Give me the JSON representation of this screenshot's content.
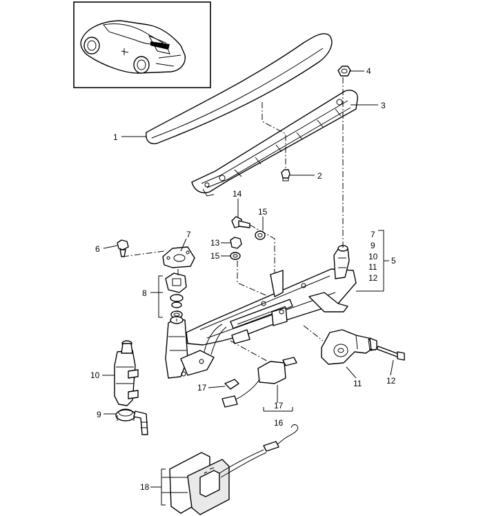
{
  "labels": {
    "p1": "1",
    "p2": "2",
    "p3": "3",
    "p4": "4",
    "p5": "5",
    "p6": "6",
    "p7": "7",
    "p8": "8",
    "p9": "9",
    "p10": "10",
    "p11": "11",
    "p12": "12",
    "p13": "13",
    "p14": "14",
    "p15a": "15",
    "p15b": "15",
    "p16": "16",
    "p17a": "17",
    "p17b": "17",
    "p18": "18",
    "group5": [
      "7",
      "9",
      "10",
      "11",
      "12"
    ]
  }
}
